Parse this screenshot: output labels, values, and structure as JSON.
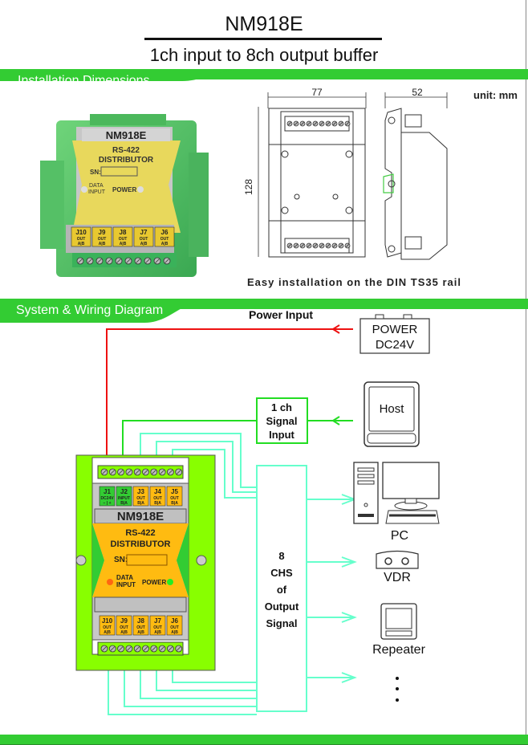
{
  "header": {
    "title": "NM918E",
    "subtitle": "1ch input to 8ch output buffer"
  },
  "sections": {
    "installation": "Installation  Dimensions",
    "wiring": "System & Wiring Diagram"
  },
  "colors": {
    "brand_green": "#33cc33",
    "power_line": "#ee1111",
    "signal_in_line": "#22dd22",
    "output_line": "#66ffcc",
    "device_green": "#88ff00",
    "label_yellow": "#ffbb11"
  },
  "photo": {
    "model": "NM918E",
    "line1": "RS-422",
    "line2": "DISTRIBUTOR",
    "sn": "SN:",
    "led_data": "DATA INPUT",
    "led_power": "POWER",
    "ports": [
      {
        "id": "J10",
        "sub": "OUT",
        "ab": "A|B"
      },
      {
        "id": "J9",
        "sub": "OUT",
        "ab": "A|B"
      },
      {
        "id": "J8",
        "sub": "OUT",
        "ab": "A|B"
      },
      {
        "id": "J7",
        "sub": "OUT",
        "ab": "A|B"
      },
      {
        "id": "J6",
        "sub": "OUT",
        "ab": "A|B"
      }
    ]
  },
  "dimensions": {
    "width": "77",
    "depth": "52",
    "height": "128",
    "unit": "unit: mm",
    "caption": "Easy installation on the DIN TS35 rail"
  },
  "wiring": {
    "power_label": "Power Input",
    "power_box": [
      "POWER",
      "DC24V"
    ],
    "signal_box": [
      "1 ch",
      "Signal",
      "Input"
    ],
    "host_label": "Host",
    "output_box": [
      "8",
      "CHS",
      "of",
      "Output",
      "Signal"
    ],
    "device": {
      "model": "NM918E",
      "line1": "RS-422",
      "line2": "DISTRIBUTOR",
      "sn": "SN:",
      "led_data_1": "DATA",
      "led_data_2": "INPUT",
      "led_power": "POWER",
      "top_ports": [
        {
          "id": "J1",
          "sub": "DC24V",
          "ab": "− | +"
        },
        {
          "id": "J2",
          "sub": "INPUT",
          "ab": "B|A"
        },
        {
          "id": "J3",
          "sub": "OUT",
          "ab": "B|A"
        },
        {
          "id": "J4",
          "sub": "OUT",
          "ab": "B|A"
        },
        {
          "id": "J5",
          "sub": "OUT",
          "ab": "B|A"
        }
      ],
      "bottom_ports": [
        {
          "id": "J10",
          "sub": "OUT",
          "ab": "A|B"
        },
        {
          "id": "J9",
          "sub": "OUT",
          "ab": "A|B"
        },
        {
          "id": "J8",
          "sub": "OUT",
          "ab": "A|B"
        },
        {
          "id": "J7",
          "sub": "OUT",
          "ab": "A|B"
        },
        {
          "id": "J6",
          "sub": "OUT",
          "ab": "A|B"
        }
      ]
    },
    "targets": [
      "PC",
      "VDR",
      "Repeater"
    ]
  }
}
